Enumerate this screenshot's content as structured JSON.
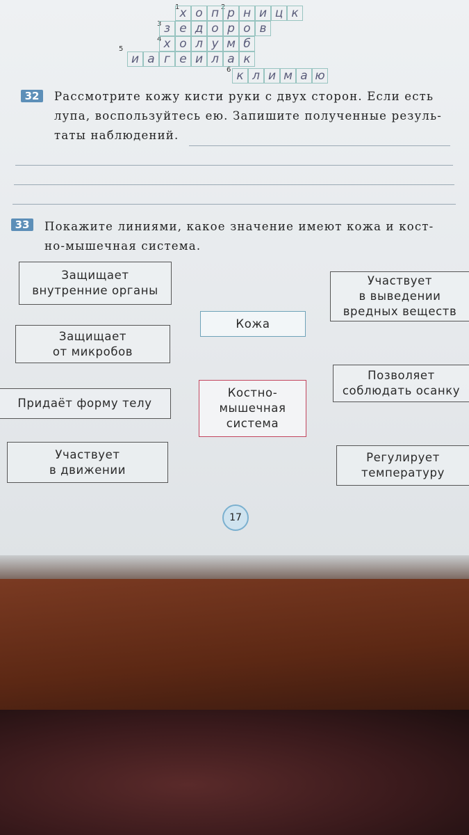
{
  "crossword": {
    "numbers": [
      "1",
      "2",
      "3",
      "4",
      "5",
      "6"
    ],
    "rows": [
      [
        "х",
        "о",
        "п",
        "р",
        "н",
        "и",
        "ц",
        "к"
      ],
      [
        "з",
        "е",
        "д",
        "о",
        "р",
        "о",
        "в"
      ],
      [
        "х",
        "о",
        "л",
        "у",
        "м",
        "б"
      ],
      [
        "и",
        "а",
        "г",
        "е",
        "и",
        "л",
        "а",
        "к"
      ],
      [
        "к",
        "л",
        "и",
        "м",
        "а",
        "ю"
      ]
    ]
  },
  "task32": {
    "number": "32",
    "lines": [
      "Рассмотрите кожу кисти руки с двух сторон. Если есть",
      "лупа, воспользуйтесь ею. Запишите полученные резуль-",
      "таты наблюдений."
    ]
  },
  "task33": {
    "number": "33",
    "lines": [
      "Покажите линиями, какое значение имеют кожа и кост-",
      "но-мышечная система."
    ],
    "left_boxes": [
      [
        "Защищает",
        "внутренние органы"
      ],
      [
        "Защищает",
        "от микробов"
      ],
      [
        "Придаёт форму телу"
      ],
      [
        "Участвует",
        "в движении"
      ]
    ],
    "right_boxes": [
      [
        "Участвует",
        "в выведении",
        "вредных веществ"
      ],
      [
        "Позволяет",
        "соблюдать осанку"
      ],
      [
        "Регулирует",
        "температуру"
      ]
    ],
    "center_top": "Кожа",
    "center_bottom": [
      "Костно-",
      "мышечная",
      "система"
    ]
  },
  "page_number": "17"
}
